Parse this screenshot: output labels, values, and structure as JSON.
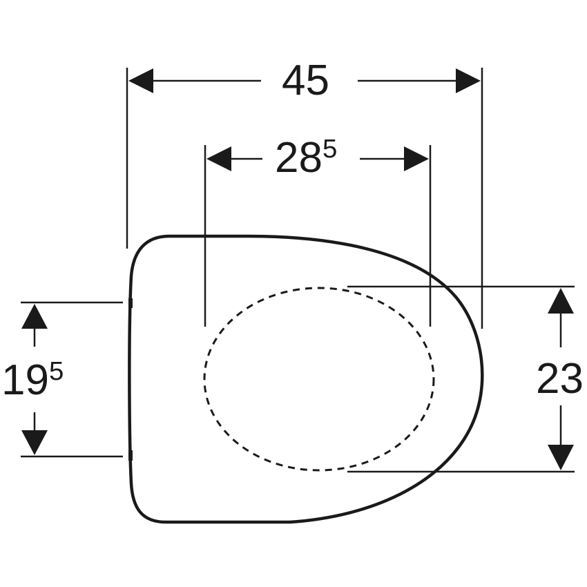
{
  "drawing": {
    "type": "technical dimension drawing",
    "subject": "toilet seat outline (top view)",
    "colors": {
      "line": "#1a1a1a",
      "background": "#ffffff"
    }
  },
  "dimensions": {
    "overall_width": {
      "main": "45",
      "sup": ""
    },
    "inner_opening_width": {
      "main": "28",
      "sup": "5"
    },
    "hinge_spacing": {
      "main": "19",
      "sup": "5"
    },
    "inner_opening_depth": {
      "main": "23",
      "sup": ""
    }
  }
}
